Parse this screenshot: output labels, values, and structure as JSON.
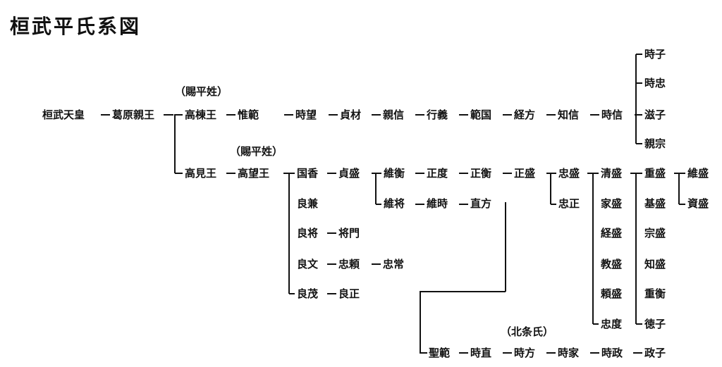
{
  "title": "桓武平氏系図",
  "names": {
    "kanmu": "桓武天皇",
    "kazurahara": "葛原親王",
    "takamune": "高棟王",
    "takami": "高見王",
    "korenori": "惟範",
    "tokimochi": "時望",
    "sadaki": "貞材",
    "chikanobu": "親信",
    "yukinori": "行義",
    "norikuni": "範国",
    "tsunekata": "経方",
    "tomonobu": "知信",
    "tokinobu": "時信",
    "tokiko": "時子",
    "tokitada": "時忠",
    "shigeko": "滋子",
    "chikamune": "親宗",
    "takamochi": "高望王",
    "kunika": "国香",
    "yoshikane": "良兼",
    "yoshimochi": "良将",
    "yoshifumi": "良文",
    "yoshishige": "良茂",
    "masakado": "将門",
    "tadayori": "忠頼",
    "tadatsune": "忠常",
    "yoshimasa": "良正",
    "sadamori": "貞盛",
    "korehira": "維衡",
    "koremochi": "維将",
    "masanori": "正度",
    "masahira": "正衡",
    "masamori": "正盛",
    "koretoki": "維時",
    "naokata": "直方",
    "tadamori": "忠盛",
    "tadamasa": "忠正",
    "kiyomori": "清盛",
    "iemori": "家盛",
    "tsunemori": "経盛",
    "norimori": "教盛",
    "yorimori": "頼盛",
    "tadanori": "忠度",
    "shigemori": "重盛",
    "motomori": "基盛",
    "munemori": "宗盛",
    "tomomori": "知盛",
    "shigehira": "重衡",
    "tokuko": "徳子",
    "koremori": "維盛",
    "sukemori": "資盛",
    "shonori": "聖範",
    "tokinao": "時直",
    "tokikata": "時方",
    "tokiie": "時家",
    "tokimasa": "時政",
    "masako": "政子"
  },
  "notes": {
    "taira_surname_1": "（賜平姓）",
    "taira_surname_2": "（賜平姓）",
    "hojo_clan": "（北条氏）"
  }
}
